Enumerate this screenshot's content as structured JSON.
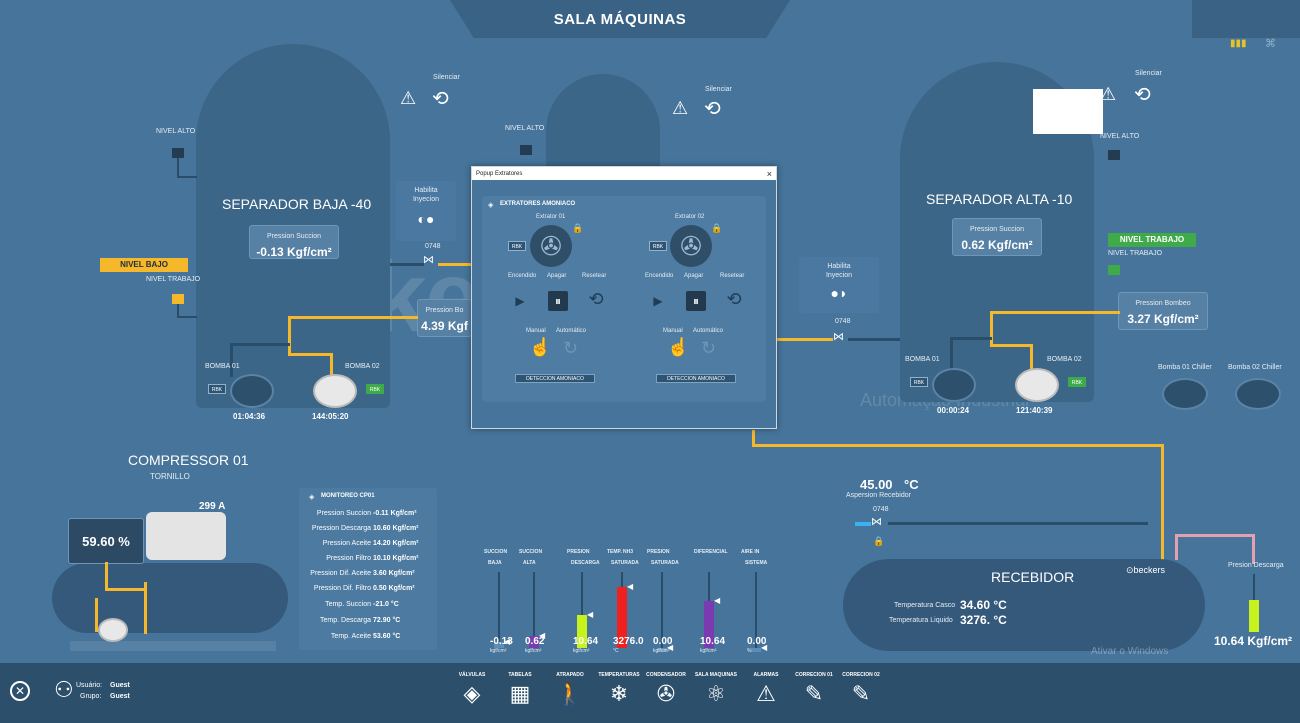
{
  "header": {
    "title": "SALA MÁQUINAS"
  },
  "sep_baja": {
    "title": "SEPARADOR BAJA  -40",
    "nivel_alto": "NIVEL ALTO",
    "nivel_bajo": "NIVEL BAJO",
    "nivel_trabajo": "NIVEL TRABAJO",
    "silenciar": "Silenciar",
    "presion_label": "Pression Succion",
    "presion_value": "-0.13 Kgf/cm²",
    "bomba01": "BOMBA 01",
    "bomba02": "BOMBA 02",
    "time1": "01:04:36",
    "time2": "144:05:20",
    "rbk": "RBK",
    "habilita_line1": "Habilita",
    "habilita_line2": "Inyecion",
    "valve_tag": "0748",
    "bombeo_label": "Pression Bo",
    "bombeo_value": "4.39 Kgf"
  },
  "sep_alta": {
    "title": "SEPARADOR ALTA  -10",
    "nivel_alto": "NIVEL ALTO",
    "nivel_trabajo_tag": "NIVEL TRABAJO",
    "nivel_trabajo": "NIVEL TRABAJO",
    "silenciar": "Silenciar",
    "presion_label": "Pression Succion",
    "presion_value": "0.62 Kgf/cm²",
    "bombeo_label": "Pression Bombeo",
    "bombeo_value": "3.27 Kgf/cm²",
    "bomba01": "BOMBA 01",
    "bomba02": "BOMBA 02",
    "time1": "00:00:24",
    "time2": "121:40:39",
    "habilita_line1": "Habilita",
    "habilita_line2": "Inyecion",
    "valve_tag": "0748",
    "chiller1": "Bomba 01 Chiller",
    "chiller2": "Bomba 02 Chiller"
  },
  "middle": {
    "nivel_alto": "NIVEL ALTO",
    "silenciar": "Silenciar"
  },
  "popup": {
    "window_title": "Popup Extratores",
    "close": "×",
    "section": "EXTRATORES AMONIACO",
    "ex1": {
      "title": "Extrator 01",
      "encendido": "Encendido",
      "apagar": "Apagar",
      "resetear": "Resetear",
      "manual": "Manual",
      "auto": "Automático",
      "det": "DETECCION AMONIACO"
    },
    "ex2": {
      "title": "Extrator 02",
      "encendido": "Encendido",
      "apagar": "Apagar",
      "resetear": "Resetear",
      "manual": "Manual",
      "auto": "Automático",
      "det": "DETECCION AMONIACO"
    }
  },
  "compressor": {
    "title": "COMPRESSOR 01",
    "subtitle": "TORNILLO",
    "current": "299 A",
    "load": "59.60 %"
  },
  "monitor": {
    "title": "MONITOREO CP01",
    "rows": [
      {
        "label": "Pression Succion",
        "value": "-0.11 Kgf/cm²"
      },
      {
        "label": "Pression Descarga",
        "value": "10.60 Kgf/cm²"
      },
      {
        "label": "Pression Aceite",
        "value": "14.20 Kgf/cm²"
      },
      {
        "label": "Pression Filtro",
        "value": "10.10 Kgf/cm²"
      },
      {
        "label": "Pression Dif. Aceite",
        "value": "3.60 Kgf/cm²"
      },
      {
        "label": "Pression Dif. Filtro",
        "value": "0.50 Kgf/cm²"
      },
      {
        "label": "Temp. Succion",
        "value": "-21.0 °C"
      },
      {
        "label": "Temp. Descarga",
        "value": "72.90 °C"
      },
      {
        "label": "Temp. Aceite",
        "value": "53.60 °C"
      }
    ]
  },
  "bars": [
    {
      "label1": "SUCCION",
      "label2": "BAJA",
      "value": "-0.13",
      "unit": "kgf/cm²",
      "level": 0.08,
      "color": "#5b8fb8"
    },
    {
      "label1": "SUCCION",
      "label2": "ALTA",
      "value": "0.62",
      "unit": "kgf/cm²",
      "level": 0.15,
      "color": "#7a3ab0"
    },
    {
      "label1": "PRESION",
      "label2": "DESCARGA",
      "value": "10.64",
      "unit": "kgf/cm²",
      "level": 0.42,
      "color": "#c8f21e"
    },
    {
      "label1": "TEMP. NH3",
      "label2": "SATURADA",
      "value": "3276.0",
      "unit": "°C",
      "level": 0.78,
      "color": "#f02020"
    },
    {
      "label1": "PRESION",
      "label2": "SATURADA",
      "value": "0.00",
      "unit": "kgf/cm²",
      "level": 0.0,
      "color": "#5b8fb8"
    },
    {
      "label1": "DIFERENCIAL",
      "label2": "",
      "value": "10.64",
      "unit": "kgf/cm²",
      "level": 0.6,
      "color": "#7a3ab0"
    },
    {
      "label1": "AIRE IN",
      "label2": "SISTEMA",
      "value": "0.00",
      "unit": "%",
      "level": 0.0,
      "color": "#5b8fb8"
    }
  ],
  "recebidor": {
    "title": "RECEBIDOR",
    "brand": "⊙beckers",
    "temp_casco_label": "Temperatura Casco",
    "temp_casco_value": "34.60 °C",
    "temp_liq_label": "Temperatura Liquido",
    "temp_liq_value": "3276. °C",
    "aspersion_value": "45.00",
    "aspersion_unit": "°C",
    "aspersion_label": "Aspersion Recebidor",
    "valve_tag": "0748",
    "descarga_label": "Presion Descarga",
    "descarga_value": "10.64 Kgf/cm²"
  },
  "watermark": {
    "brand": "beckers",
    "tagline": "Automação Industrial",
    "windows": "Ativar o Windows"
  },
  "footer": {
    "user_label": "Usuário:",
    "user_value": "Guest",
    "group_label": "Grupo:",
    "group_value": "Guest",
    "nav": [
      {
        "label": "VÁLVULAS",
        "icon": "◈"
      },
      {
        "label": "TABELAS",
        "icon": "▦"
      },
      {
        "label": "ATRAPADO",
        "icon": "🚶"
      },
      {
        "label": "TEMPERATURAS",
        "icon": "❄"
      },
      {
        "label": "CONDENSADOR",
        "icon": "✇"
      },
      {
        "label": "SALA MAQUINAS",
        "icon": "⚛"
      },
      {
        "label": "ALARMAS",
        "icon": "⚠"
      },
      {
        "label": "CORRECION 01",
        "icon": "✎"
      },
      {
        "label": "CORRECION 02",
        "icon": "✎"
      }
    ]
  }
}
